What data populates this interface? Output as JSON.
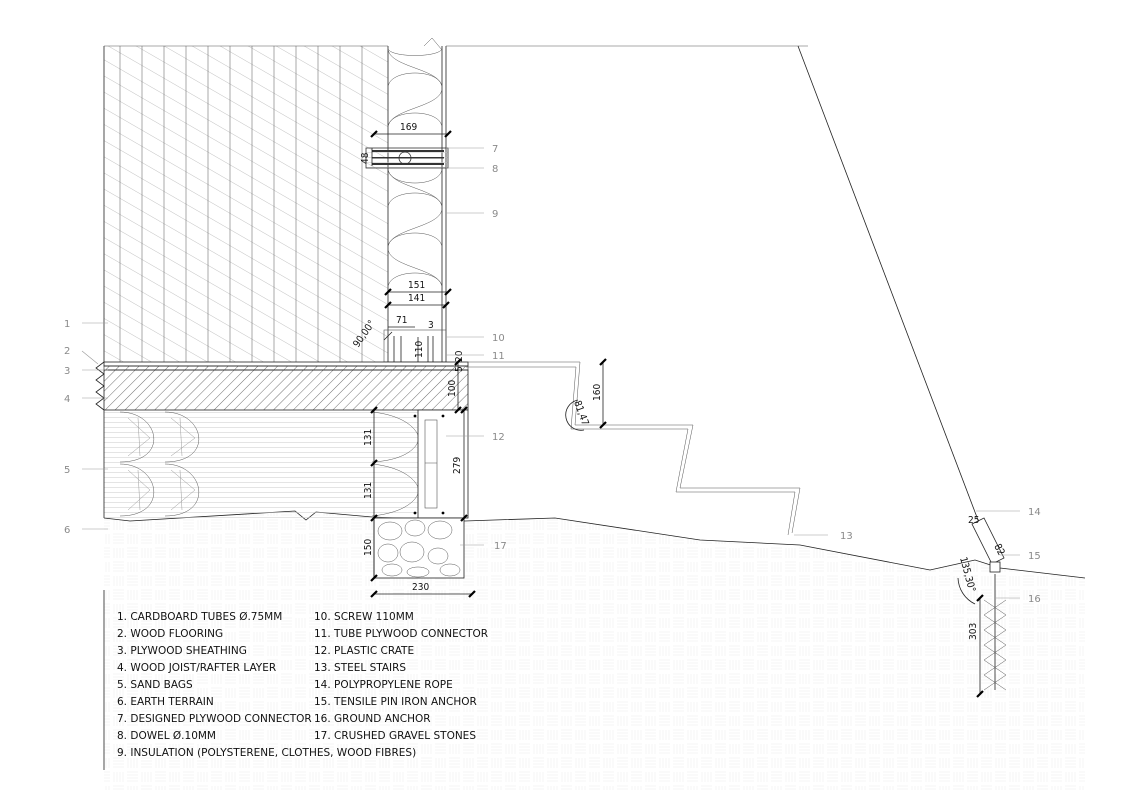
{
  "dimensions": {
    "d169": "169",
    "d48": "48",
    "d151": "151",
    "d141": "141",
    "d71": "71",
    "d3": "3",
    "d110": "110",
    "d90": "90,00°",
    "d5": "5",
    "d20": "20",
    "d100": "100",
    "d160": "160",
    "d8147": "81,47",
    "d131a": "131",
    "d131b": "131",
    "d279": "279",
    "d150": "150",
    "d230": "230",
    "d25": "25",
    "d82": "82",
    "d13530": "135,30°",
    "d303": "303"
  },
  "callouts": {
    "c1": "1",
    "c2": "2",
    "c3": "3",
    "c4": "4",
    "c5": "5",
    "c6": "6",
    "c7": "7",
    "c8": "8",
    "c9": "9",
    "c10": "10",
    "c11": "11",
    "c12": "12",
    "c13": "13",
    "c14": "14",
    "c15": "15",
    "c16": "16",
    "c17": "17"
  },
  "legend": {
    "items": [
      "1. CARDBOARD TUBES Ø.75MM",
      "2. WOOD FLOORING",
      "3. PLYWOOD SHEATHING",
      "4. WOOD JOIST/RAFTER LAYER",
      "5. SAND BAGS",
      "6. EARTH TERRAIN",
      "7. DESIGNED PLYWOOD CONNECTOR",
      "8. DOWEL Ø.10MM",
      "9. INSULATION (POLYSTERENE, CLOTHES, WOOD FIBRES)",
      "10. SCREW 110MM",
      "11. TUBE  PLYWOOD CONNECTOR",
      "12. PLASTIC CRATE",
      "13. STEEL STAIRS",
      "14. POLYPROPYLENE ROPE",
      "15. TENSILE PIN IRON ANCHOR",
      "16. GROUND ANCHOR",
      "17. CRUSHED GRAVEL STONES"
    ]
  }
}
